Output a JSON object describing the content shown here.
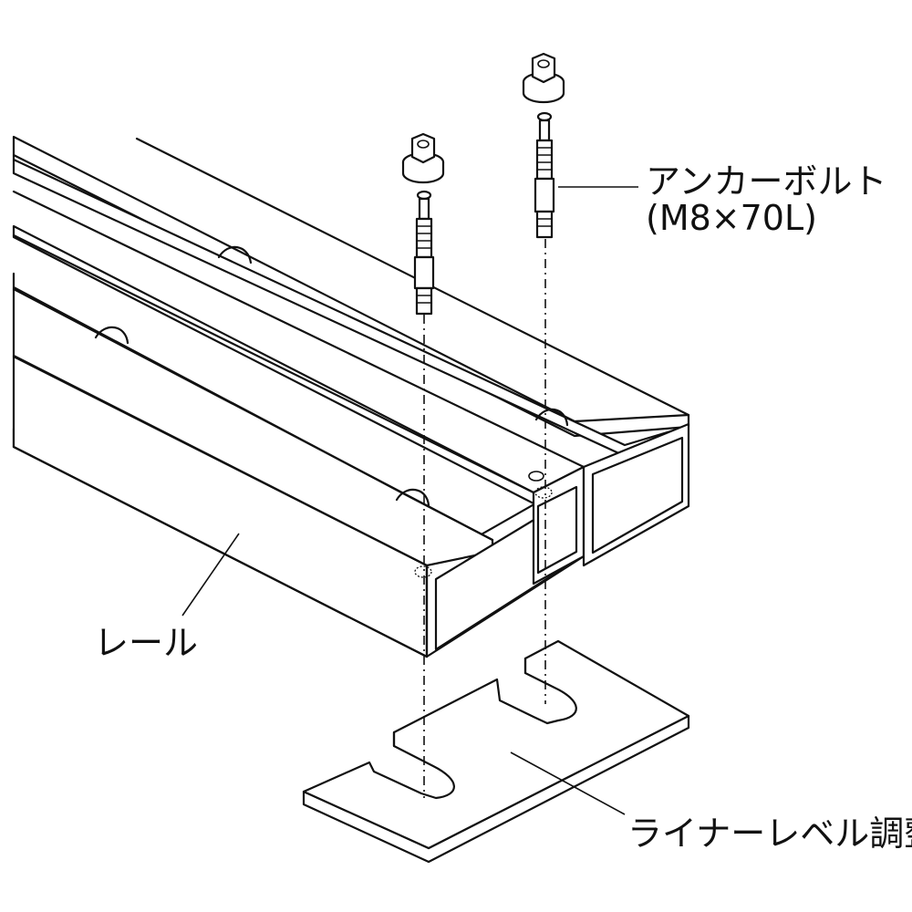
{
  "labels": {
    "anchor_bolt": "アンカーボルト",
    "anchor_bolt_spec": "(M8×70L)",
    "rail": "レール",
    "liner": "ライナーレベル調整"
  }
}
